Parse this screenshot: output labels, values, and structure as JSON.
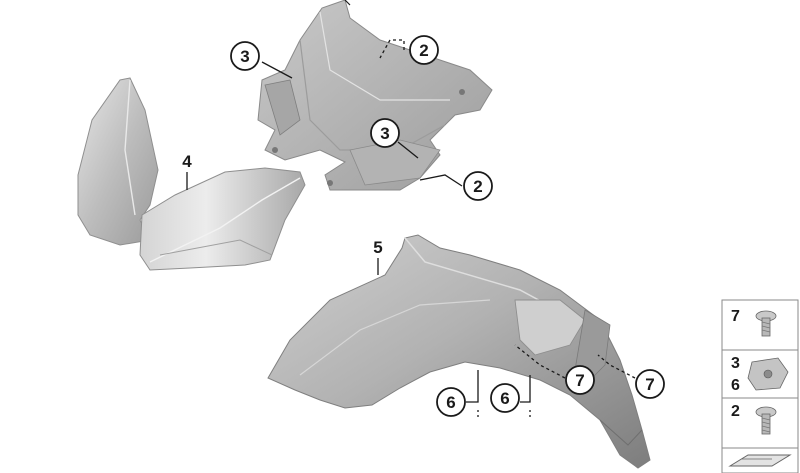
{
  "callouts": [
    {
      "label": "3"
    },
    {
      "label": "2"
    },
    {
      "label": "3"
    },
    {
      "label": "2"
    },
    {
      "label": "4"
    },
    {
      "label": "5"
    },
    {
      "label": "6"
    },
    {
      "label": "6"
    },
    {
      "label": "7"
    },
    {
      "label": "7"
    }
  ],
  "hardware_panel": {
    "rows": [
      {
        "labels": [
          "7"
        ],
        "part": "torx-screw-icon"
      },
      {
        "labels": [
          "3",
          "6"
        ],
        "part": "clip-nut-icon"
      },
      {
        "labels": [
          "2"
        ],
        "part": "torx-screw-icon"
      }
    ]
  },
  "colors": {
    "part_light": "#d9d9d9",
    "part_mid": "#b8b8b8",
    "part_dark": "#8f8f8f",
    "line": "#1a1a1a"
  }
}
